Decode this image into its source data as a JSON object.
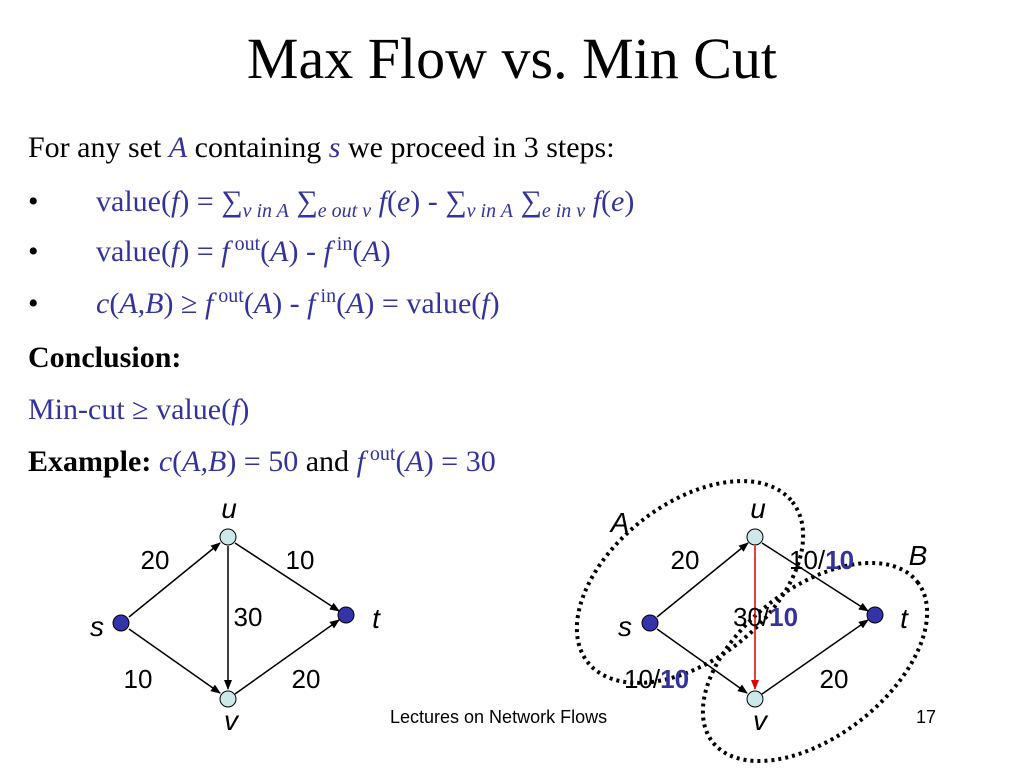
{
  "title": "Max Flow vs. Min Cut",
  "intro": {
    "pre": "For any set ",
    "set_a": "A",
    "mid": " containing ",
    "source": "s",
    "post": " we proceed in 3 steps:"
  },
  "bullet_symbol": "•",
  "bullet1": {
    "t1": "value(",
    "f": "f",
    "t2": ") = ∑",
    "s1": "v in A",
    "t3": " ∑",
    "s2": "e out v",
    "f2": "f",
    "t4": "(",
    "e": "e",
    "t5": ") - ∑",
    "s3": "v in A",
    "t6": " ∑",
    "s4": "e in v",
    "f3": "f",
    "t7": "(",
    "e2": "e",
    "t8": ")"
  },
  "bullet2": {
    "t1": "value(",
    "f": "f",
    "t2": ") = ",
    "f2": "f",
    "sup1": " out",
    "t3": "(",
    "a": "A",
    "t4": ") - ",
    "f3": "f",
    "sup2": " in",
    "t5": "(",
    "a2": "A",
    "t6": ")"
  },
  "bullet3": {
    "c": "c",
    "t1": "(",
    "ab": "A,B",
    "t2": ") ≥ ",
    "f": "f",
    "sup1": " out",
    "t3": "(",
    "a": "A",
    "t4": ") - ",
    "f2": "f",
    "sup2": " in",
    "t5": "(",
    "a2": "A",
    "t6": ") = value(",
    "f3": "f",
    "t7": ")"
  },
  "conclusion_label": "Conclusion:",
  "conclusion": {
    "t1": "Min-cut ≥ value(",
    "f": "f",
    "t2": ")"
  },
  "example": {
    "label": "Example:",
    "c": " c",
    "t1": "(",
    "ab": "A,B",
    "t2": ") = 50",
    "and": " and ",
    "f": "f",
    "sup": " out",
    "t3": "(",
    "a": "A",
    "t4": ") = 30"
  },
  "graph_left": {
    "node_u": "u",
    "node_v": "v",
    "node_s": "s",
    "node_t": "t",
    "cap_su": "20",
    "cap_ut": "10",
    "cap_uv": "30",
    "cap_sv": "10",
    "cap_vt": "20"
  },
  "graph_right": {
    "node_u": "u",
    "node_v": "v",
    "node_s": "s",
    "node_t": "t",
    "set_a": "A",
    "set_b": "B",
    "cap_su": "20",
    "flow_ut_cap": "10/",
    "flow_ut_val": "10",
    "flow_uv_cap": "30/",
    "flow_uv_val": "10",
    "flow_sv_cap": "10/",
    "flow_sv_val": "10",
    "cap_vt": "20"
  },
  "footer": "Lectures on Network Flows",
  "page_number": "17",
  "colors": {
    "text_blue": "#33339b",
    "source_sink": "#3333aa",
    "inner_node": "#cce8e8",
    "cut_edge": "#dd0000"
  }
}
